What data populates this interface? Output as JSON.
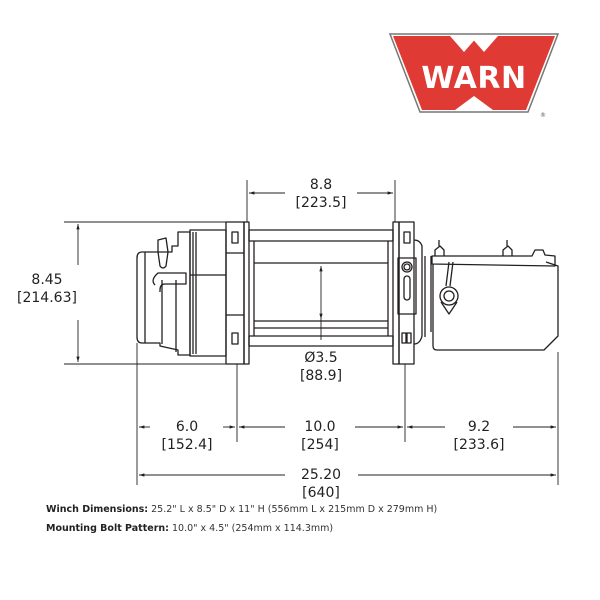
{
  "logo": {
    "brand": "WARN",
    "registered_mark": "®",
    "colors": {
      "red": "#e03a35",
      "white": "#ffffff",
      "outline": "#555555"
    }
  },
  "drawing": {
    "title": "Winch dimensional drawing (front view)",
    "line_color": "#231f20",
    "dimensions": {
      "height": {
        "inch": "8.45",
        "mm": "[214.63]"
      },
      "flange_span": {
        "inch": "8.8",
        "mm": "[223.5]"
      },
      "drum_diameter": {
        "inch": "Ø3.5",
        "mm": "[88.9]"
      },
      "left_section": {
        "inch": "6.0",
        "mm": "[152.4]"
      },
      "bolt_span": {
        "inch": "10.0",
        "mm": "[254]"
      },
      "right_section": {
        "inch": "9.2",
        "mm": "[233.6]"
      },
      "overall_length": {
        "inch": "25.20",
        "mm": "[640]"
      }
    }
  },
  "specs": [
    {
      "label": "Winch Dimensions:",
      "value": "25.2\" L x 8.5\" D x 11\" H (556mm L x 215mm D x 279mm H)"
    },
    {
      "label": "Mounting Bolt Pattern:",
      "value": "10.0\" x 4.5\" (254mm x 114.3mm)"
    }
  ]
}
